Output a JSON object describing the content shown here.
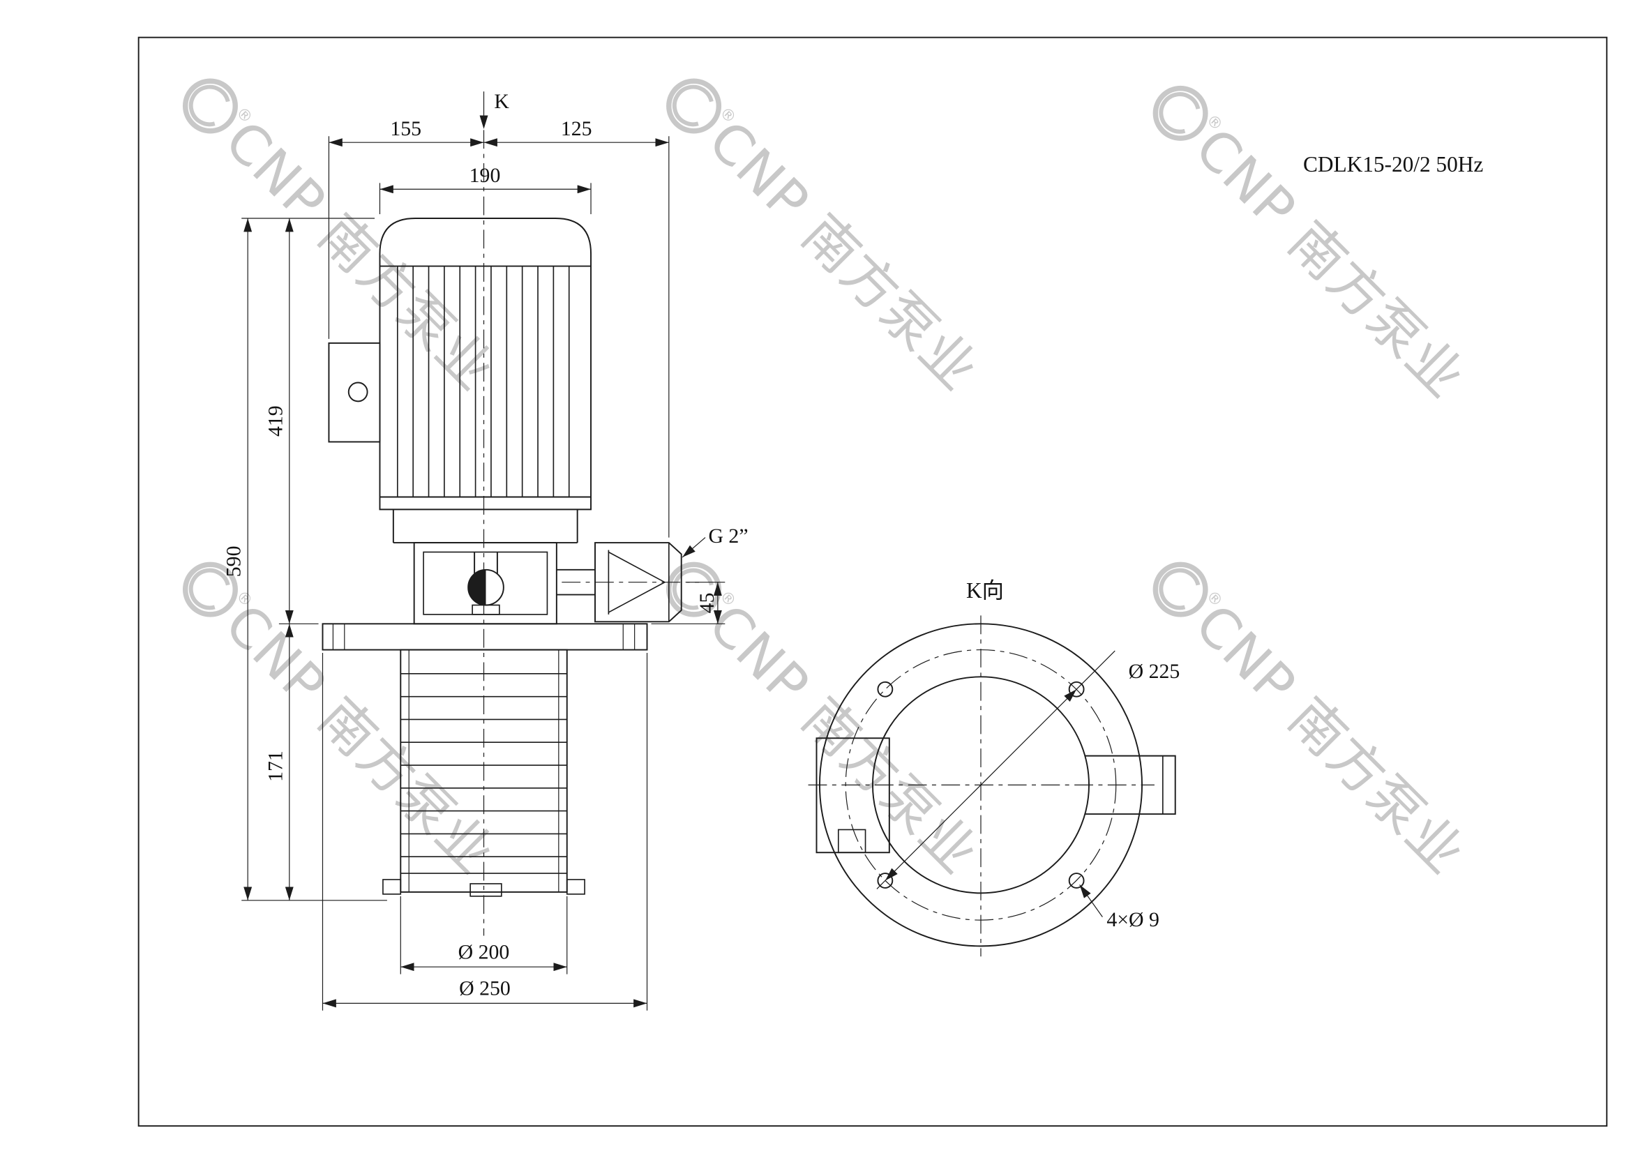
{
  "title": "CDLK15-20/2 50Hz",
  "watermark": {
    "brand": "CNP 南方泵业",
    "registered": "®"
  },
  "colors": {
    "line": "#1c1c1c",
    "watermark": "#c8c8c8",
    "background": "#ffffff"
  },
  "side_view": {
    "k_arrow_label": "K",
    "dims": {
      "width_left": "155",
      "width_right": "125",
      "motor_width": "190",
      "motor_height": "419",
      "total_height": "590",
      "immersion_depth": "171",
      "port_offset": "45",
      "port_thread": "G 2”",
      "barrel_diameter": "Ø 200",
      "flange_diameter": "Ø 250"
    }
  },
  "top_view": {
    "view_label": "K向",
    "bolt_circle_diameter": "Ø 225",
    "bolt_holes": "4×Ø 9"
  }
}
